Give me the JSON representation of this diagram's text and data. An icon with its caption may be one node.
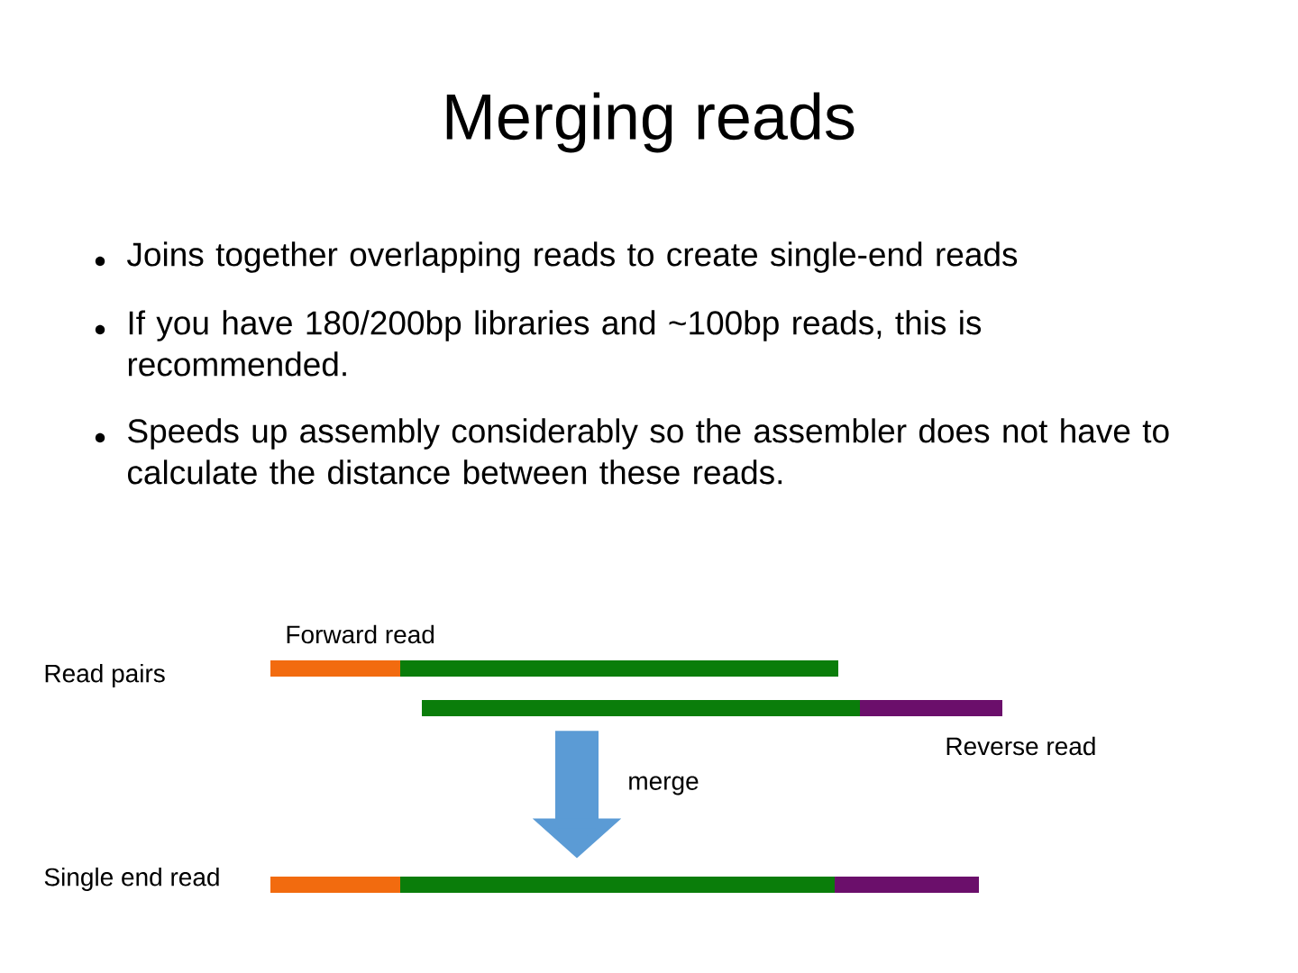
{
  "diagram": {
    "title": "Merging reads",
    "nodes": [
      {
        "text": [],
        "shape": "bar",
        "beside": [
          "Forward read"
        ]
      },
      {
        "text": [],
        "shape": "bar",
        "beside": [
          "Reverse read"
        ]
      },
      {
        "text": [],
        "shape": "bar",
        "beside": [
          "Single end read"
        ]
      }
    ],
    "edges": [
      {
        "from": 1,
        "to": 2,
        "arrow": "to",
        "label": "merge"
      }
    ],
    "labels": [
      "Joins together overlapping reads to create single-end reads",
      "If you have 180/200bp libraries and ~100bp reads, this is recommended.",
      "Speeds up assembly considerably so the assembler does not have to calculate the distance between these reads.",
      "Read pairs"
    ]
  }
}
